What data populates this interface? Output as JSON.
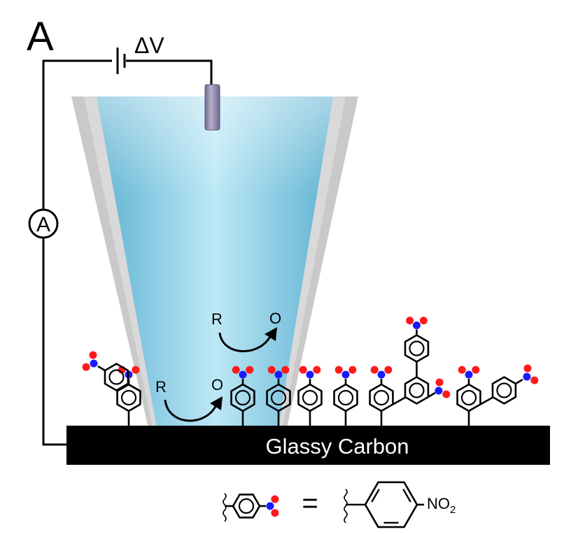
{
  "panel_label": "A",
  "circuit": {
    "voltage_label": "ΔV",
    "ammeter_label": "A"
  },
  "substrate": {
    "label": "Glassy Carbon"
  },
  "reactions": {
    "upper": {
      "reactant": "R",
      "product": "O"
    },
    "lower": {
      "reactant": "R",
      "product": "O"
    }
  },
  "legend": {
    "equals": "=",
    "group_main": "NO",
    "group_sub": "2"
  },
  "colors": {
    "nitrogen": "#1a1aff",
    "oxygen": "#ff1a1a",
    "substrate": "#000000",
    "electrolyte": "#8ed6f0",
    "pipette_wall": "#c8c8c8",
    "electrode": "#8a84a8"
  }
}
